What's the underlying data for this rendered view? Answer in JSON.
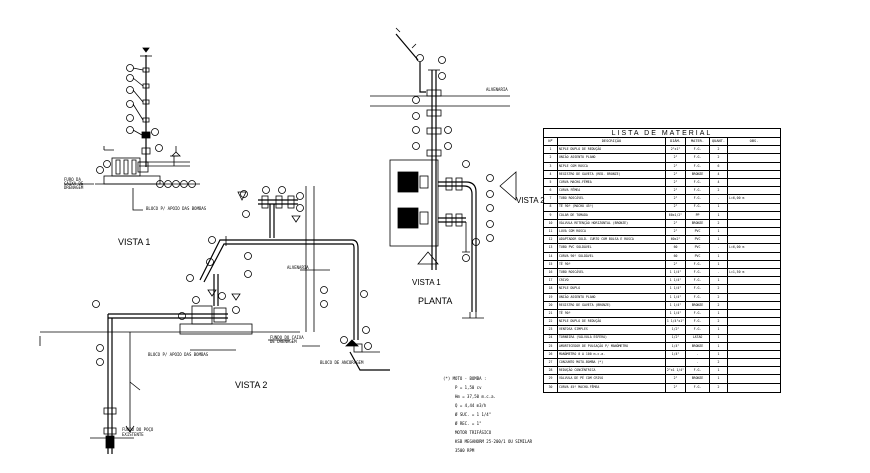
{
  "views": {
    "vista1_top": "VISTA 1",
    "vista1_plan": "VISTA 1",
    "vista2_side": "VISTA 2",
    "vista2_bottom": "VISTA 2",
    "planta": "PLANTA"
  },
  "callouts": {
    "alvenaria_top": "ALVENARIA",
    "alvenaria_mid": "ALVENARIA",
    "poco_cx_left": "FURO DA CAIXA DE DRENAGEM",
    "bloco_apoio_left": "BLOCO P/ APOIO DAS BOMBAS",
    "bloco_apoio_mid": "BLOCO P/ APOIO DAS BOMBAS",
    "poco_mid": "FUNDO DO CAIXA DE DRENAGEM",
    "bloco_ancoragem": "BLOCO DE ANCORAGEM",
    "fundo_poco": "FUNDO DO POÇO",
    "fundo_poco_sub": "EXISTENTE"
  },
  "notes": {
    "head": "(*) MOTO - BOMBA :",
    "lines": [
      "P = 1,50 cv",
      "Hm = 37,50 m.c.a.",
      "Q = 4,44 m3/h",
      "Ø SUC. = 1 1/4\"",
      "Ø REC. = 1\"",
      "MOTOR TRIFÁSICO",
      "KSB MEGANORM 25-200/1 OU SIMILAR",
      "3500 RPM"
    ]
  },
  "table": {
    "title": "LISTA  DE  MATERIAL",
    "headers": [
      "Nº",
      "DESCRIÇÃO",
      "DIÂM.",
      "MATER.",
      "QUANT.",
      "OBS."
    ],
    "rows": [
      [
        "1",
        "NIPLE DUPLO DE REDUÇÃO",
        "2\"x1\"",
        "F.G.",
        "2",
        ""
      ],
      [
        "2",
        "UNIÃO ASSENTO PLANO",
        "2\"",
        "F.G.",
        "2",
        ""
      ],
      [
        "3",
        "NIPLE COM ROSCA",
        "2\"",
        "F.G.",
        "6",
        ""
      ],
      [
        "4",
        "REGISTRO DE GAVETA (RED. BRONZE)",
        "2\"",
        "BRONZE",
        "4",
        ""
      ],
      [
        "5",
        "CURVA MACHO-FÊMEA",
        "2\"",
        "F.G.",
        "4",
        ""
      ],
      [
        "6",
        "CURVA FÊMEA",
        "2\"",
        "F.G.",
        "2",
        ""
      ],
      [
        "7",
        "TUBO ROSCÁVEL",
        "2\"",
        "F.G.",
        "-",
        "L=6,00 m"
      ],
      [
        "8",
        "TÊ 90º (MACHO 45º)",
        "2\"",
        "F.G.",
        "1",
        ""
      ],
      [
        "9",
        "COLAR DE TOMADA",
        "60x1/2\"",
        "PP",
        "1",
        ""
      ],
      [
        "10",
        "VÁLVULA RETENÇÃO HORIZONTAL (BRONZE)",
        "2\"",
        "BRONZE",
        "2",
        ""
      ],
      [
        "11",
        "LUVA COM ROSCA",
        "2\"",
        "PVC",
        "1",
        ""
      ],
      [
        "12",
        "ADAPTADOR SOLD. CURTO COM BOLSA E ROSCA",
        "60x2\"",
        "PVC",
        "1",
        ""
      ],
      [
        "13",
        "TUBO PVC SOLDÁVEL",
        "60",
        "PVC",
        "-",
        "L=6,00 m"
      ],
      [
        "14",
        "CURVA 90º SOLDÁVEL",
        "60",
        "PVC",
        "1",
        ""
      ],
      [
        "15",
        "TÊ 90º",
        "2\"",
        "F.G.",
        "1",
        ""
      ],
      [
        "16",
        "TUBO ROSCÁVEL",
        "1 1/4\"",
        "F.G.",
        "-",
        "L=1,50 m"
      ],
      [
        "17",
        "CRIVO",
        "1 1/4\"",
        "F.G.",
        "1",
        ""
      ],
      [
        "18",
        "NIPLE DUPLO",
        "1 1/4\"",
        "F.G.",
        "2",
        ""
      ],
      [
        "19",
        "UNIÃO ASSENTO PLANO",
        "1 1/4\"",
        "F.G.",
        "2",
        ""
      ],
      [
        "20",
        "REGISTRO DE GAVETA (BRONZE)",
        "1 1/4\"",
        "BRONZE",
        "2",
        ""
      ],
      [
        "21",
        "TÊ 90º",
        "1 1/4\"",
        "F.G.",
        "1",
        ""
      ],
      [
        "22",
        "NIPLE DUPLO DE REDUÇÃO",
        "1 1/4\"x1\"",
        "F.G.",
        "2",
        ""
      ],
      [
        "23",
        "VENTOSA SIMPLES",
        "1/2\"",
        "F.G.",
        "1",
        ""
      ],
      [
        "24",
        "TORNEIRA (VÁLVULA ESFERA)",
        "1/2\"",
        "LATÃO",
        "1",
        ""
      ],
      [
        "25",
        "AMORTECEDOR DE PULSAÇÃO P/ MANÔMETRO",
        "1/4\"",
        "BRONZE",
        "1",
        ""
      ],
      [
        "26",
        "MANÔMETRO 0 A 100 m.c.a.",
        "1/4\"",
        "-",
        "1",
        ""
      ],
      [
        "27",
        "CONJUNTO MOTO-BOMBA (*)",
        "",
        "-",
        "2",
        ""
      ],
      [
        "28",
        "REDUÇÃO CONCÊNTRICA",
        "2\"x1 1/4\"",
        "F.G.",
        "1",
        ""
      ],
      [
        "29",
        "VÁLVULA DE PÉ COM CRIVO",
        "2\"",
        "BRONZE",
        "1",
        ""
      ],
      [
        "30",
        "CURVA 45º MACHO-FÊMEA",
        "2\"",
        "F.G.",
        "2",
        ""
      ]
    ]
  }
}
